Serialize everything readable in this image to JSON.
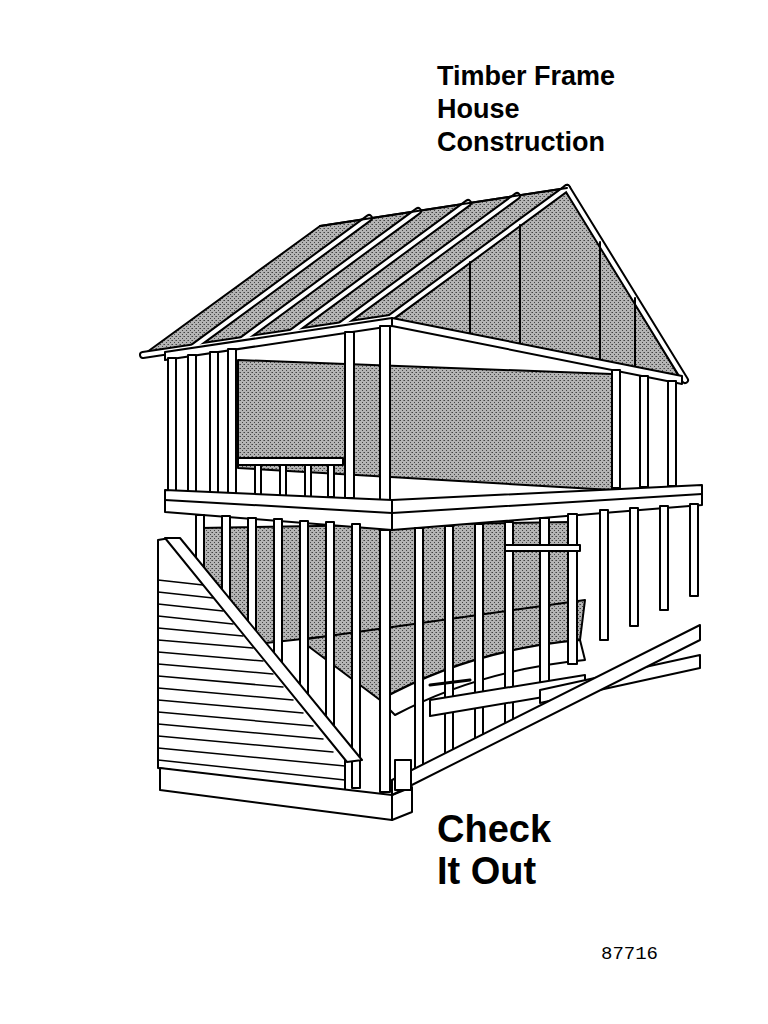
{
  "diagram": {
    "title": "Timber Frame House Construction",
    "labels": [
      "Check It Out",
      "87716"
    ]
  }
}
